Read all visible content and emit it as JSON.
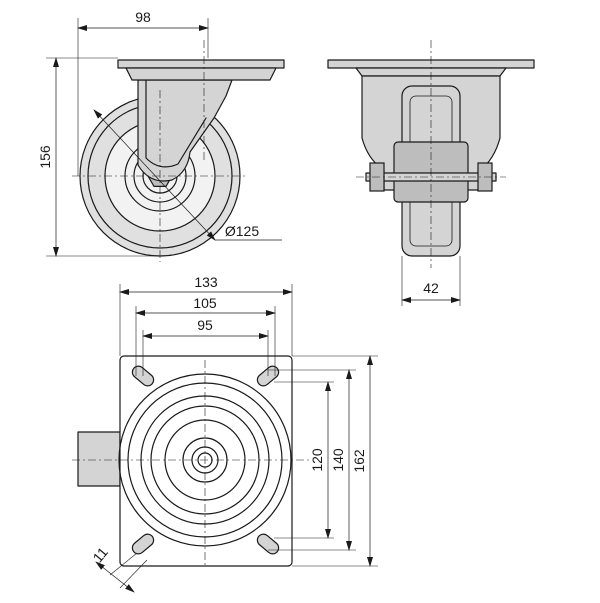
{
  "dimensions": {
    "side_width": "98",
    "side_height": "156",
    "wheel_diameter": "Ø125",
    "wheel_width": "42",
    "plate_width": "133",
    "hole_spacing_outer": "105",
    "hole_spacing_inner": "95",
    "plate_length": "162",
    "hole_spacing_long_outer": "140",
    "hole_spacing_long_inner": "120",
    "slot_width": "11"
  }
}
